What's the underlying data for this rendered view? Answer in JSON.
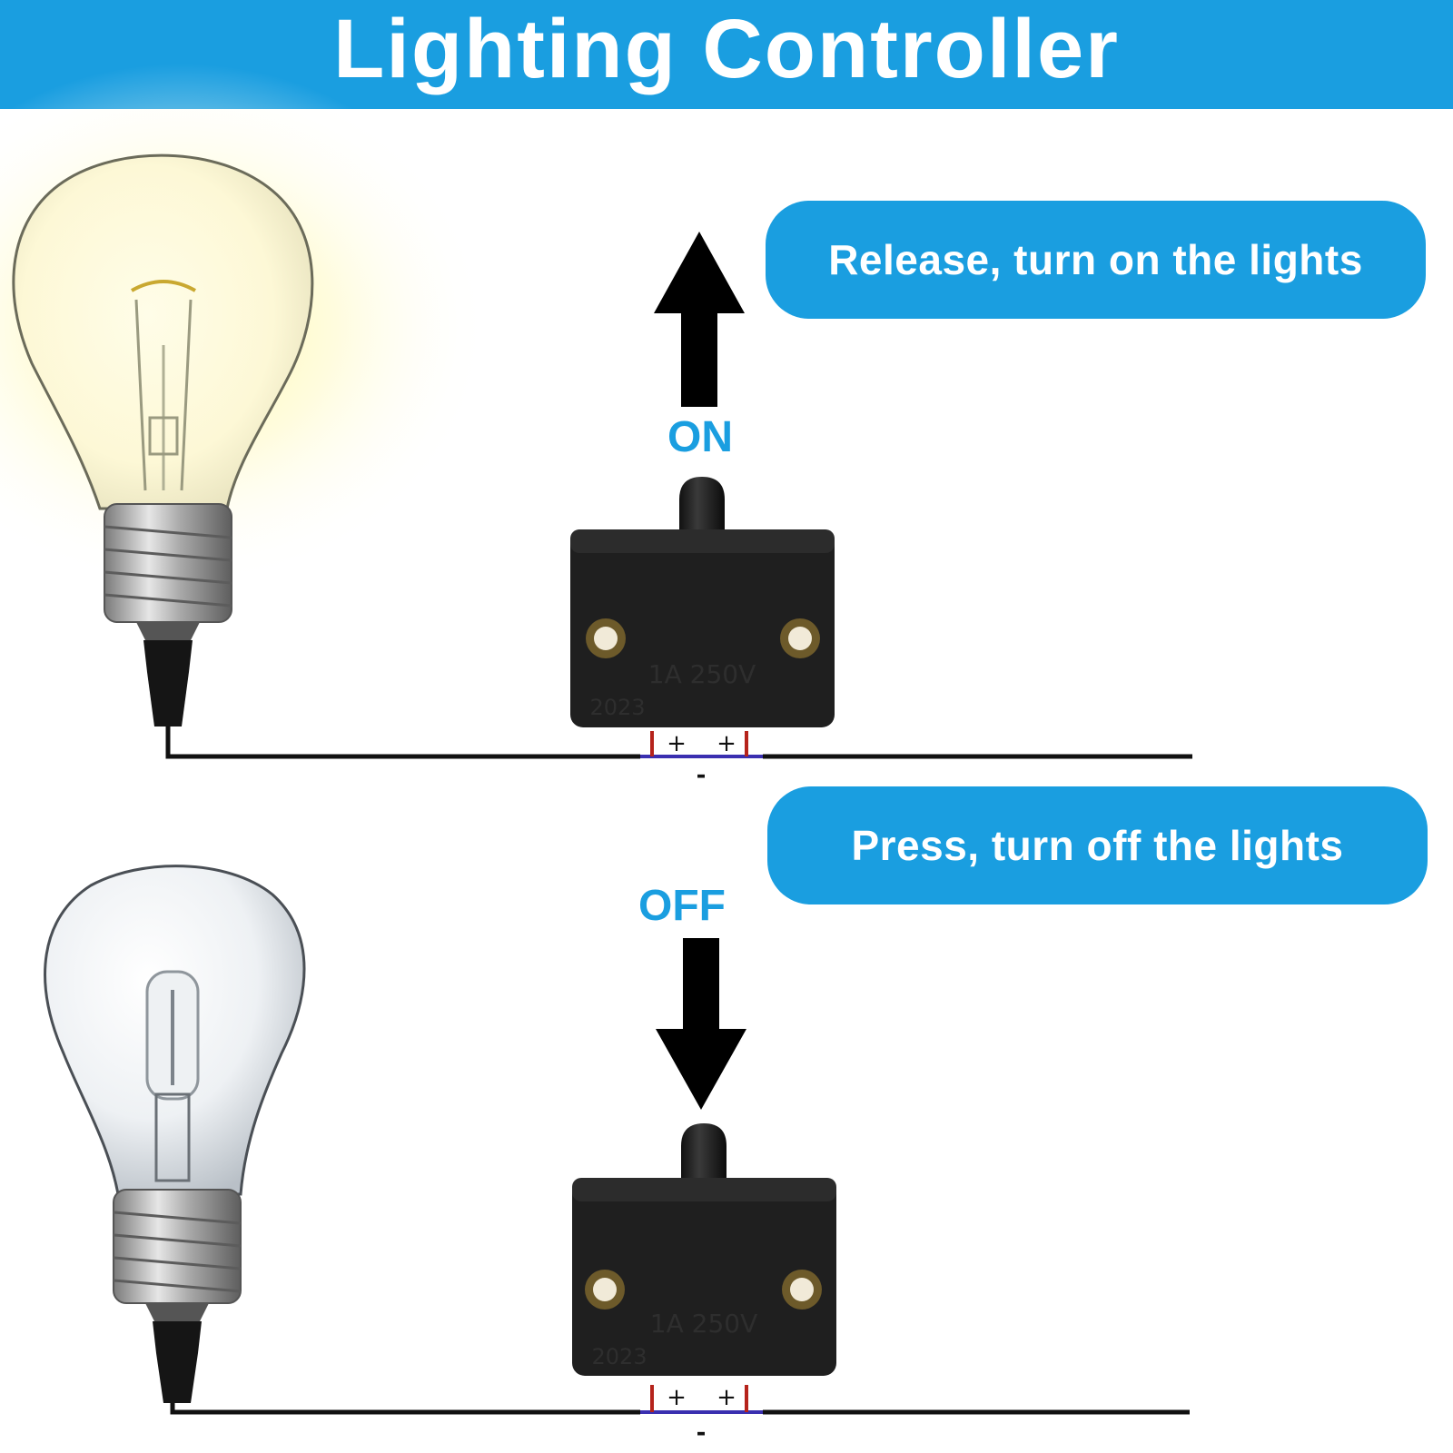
{
  "header": {
    "title": "Lighting Controller"
  },
  "colors": {
    "accent_blue": "#1a9ee0",
    "switch_body": "#1f1f1f",
    "wire": "#111111"
  },
  "panels": [
    {
      "id": "on",
      "instruction": "Release, turn on the lights",
      "state_label": "ON",
      "arrow_direction": "up",
      "bulb_state": "lit",
      "switch": {
        "body_text_line1": "1A 250V",
        "body_text_line2": "2023",
        "terminal_plus_left": "+",
        "terminal_plus_right": "+",
        "terminal_minus": "-"
      }
    },
    {
      "id": "off",
      "instruction": "Press, turn off the lights",
      "state_label": "OFF",
      "arrow_direction": "down",
      "bulb_state": "unlit",
      "switch": {
        "body_text_line1": "1A 250V",
        "body_text_line2": "2023",
        "terminal_plus_left": "+",
        "terminal_plus_right": "+",
        "terminal_minus": "-"
      }
    }
  ]
}
